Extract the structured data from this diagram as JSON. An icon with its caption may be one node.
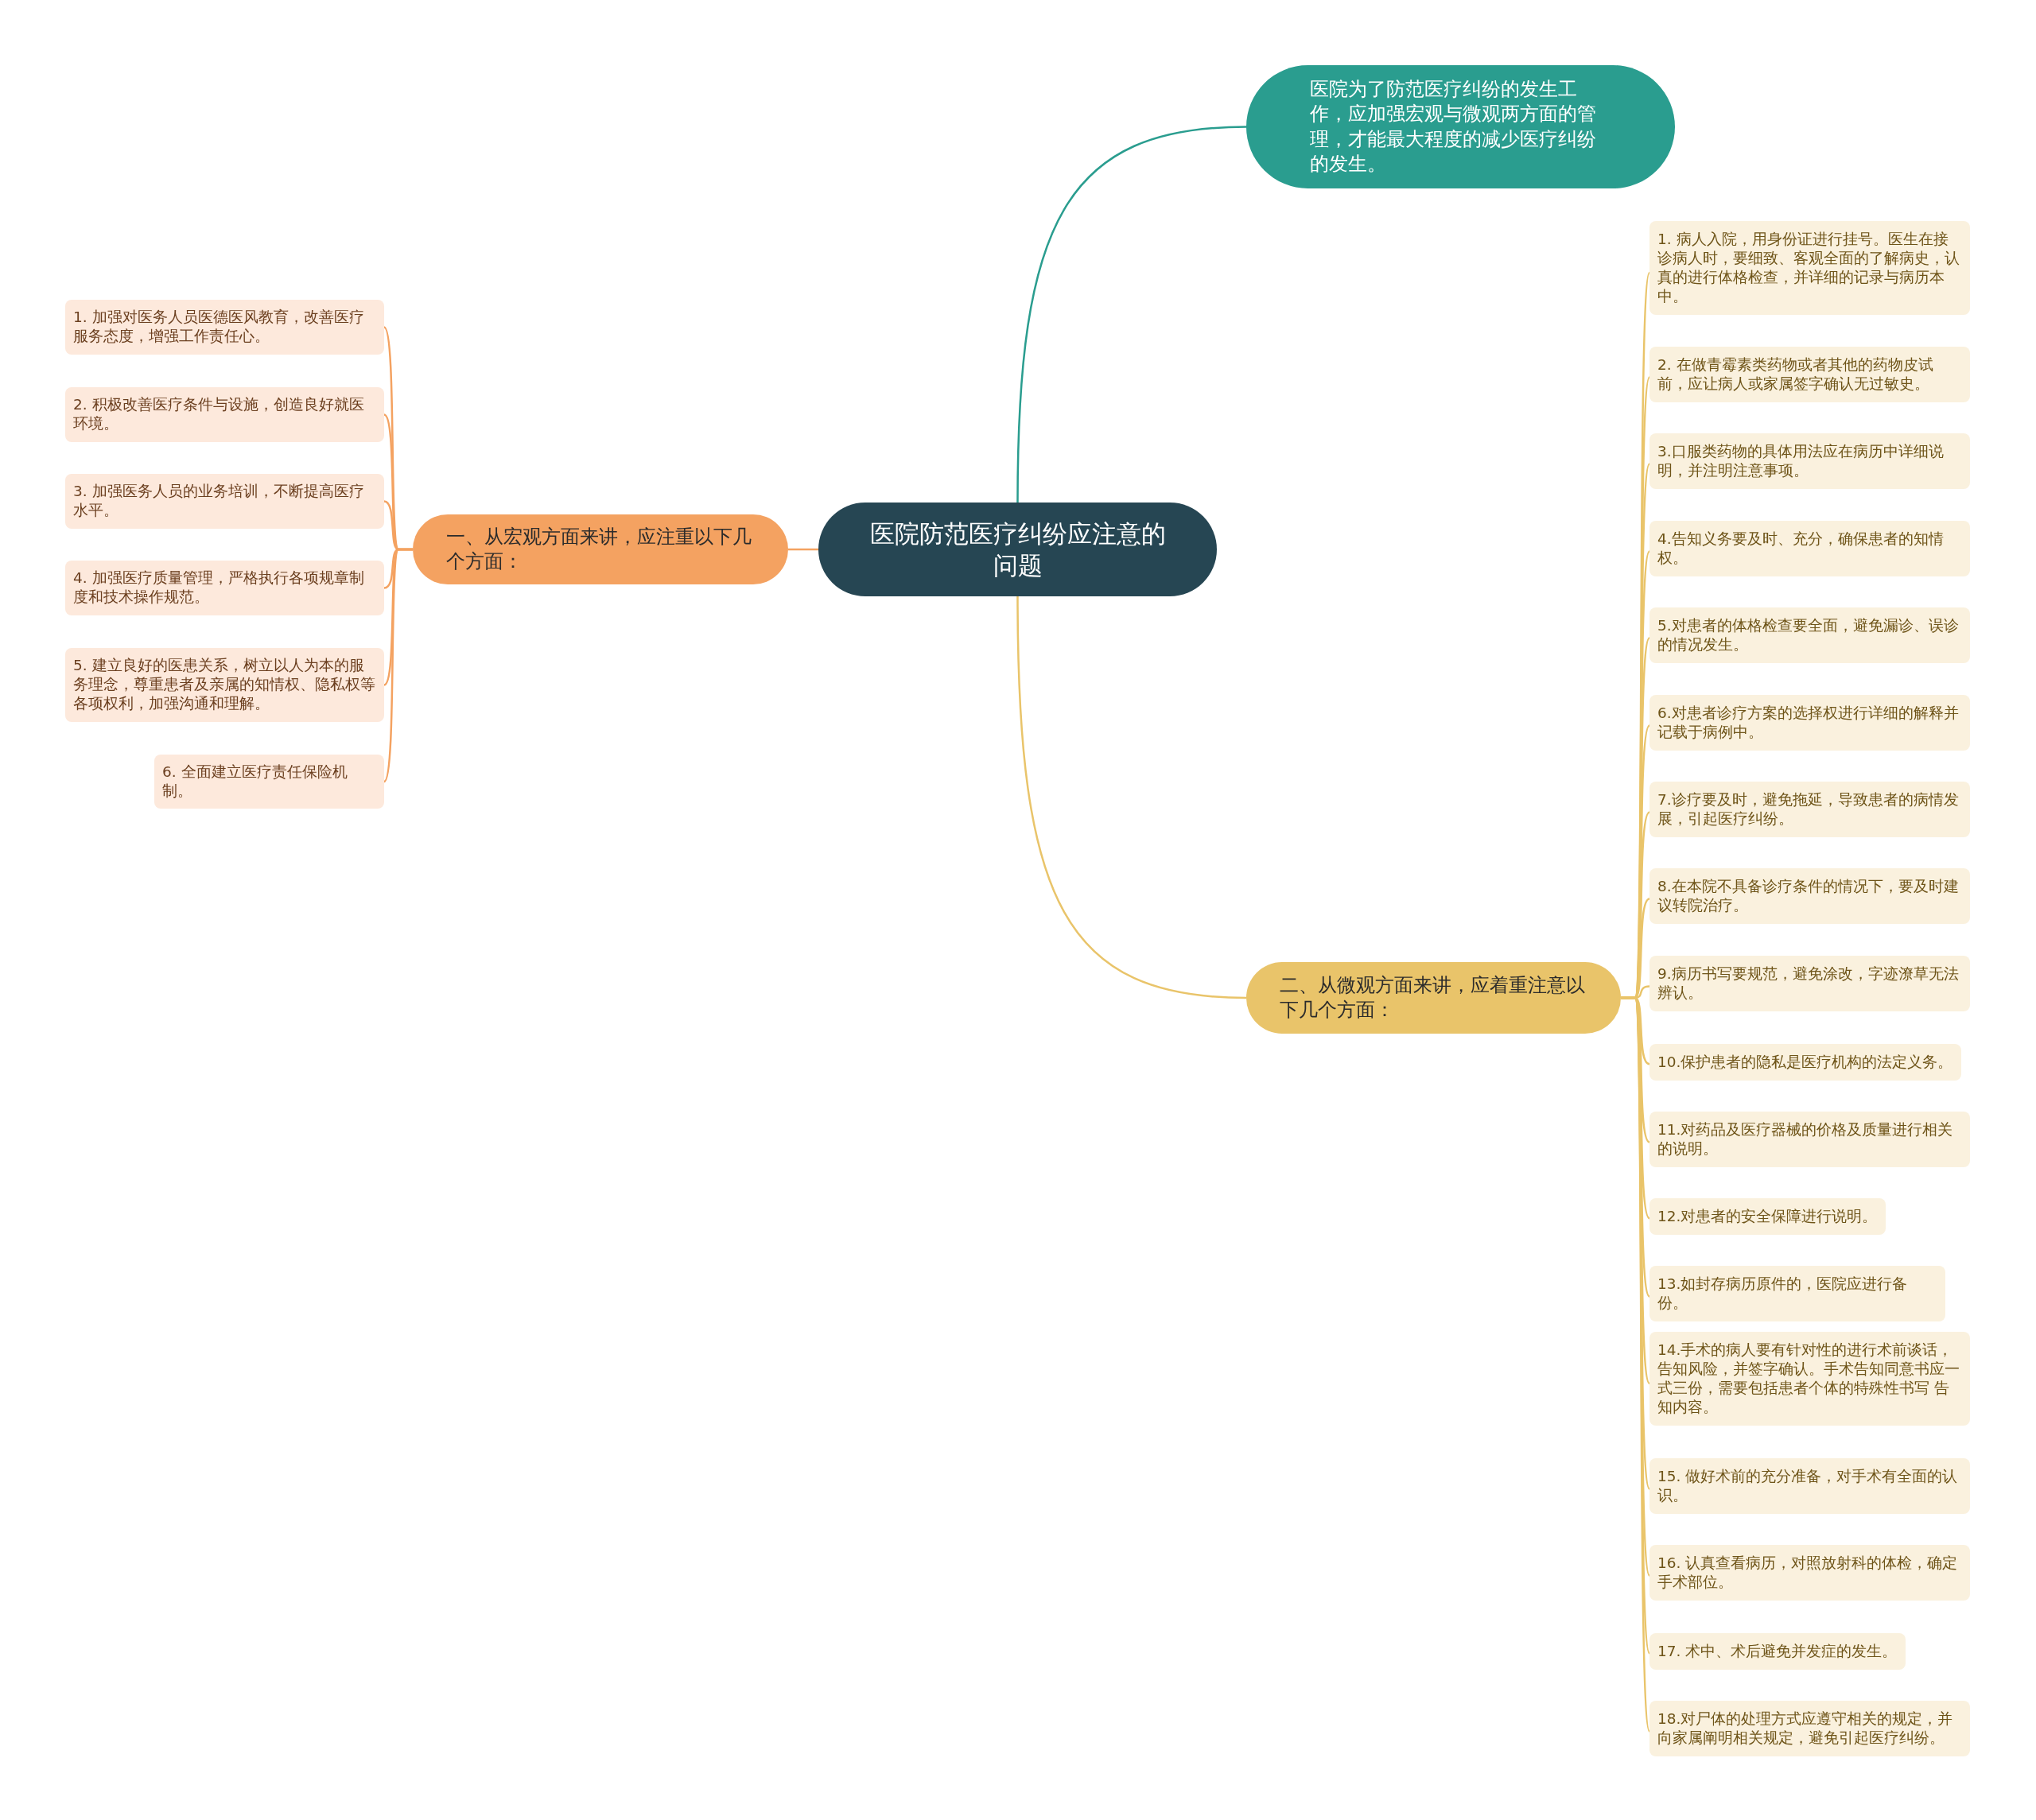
{
  "diagram": {
    "nodes": [
      {
        "text": [
          "医院防范医疗纠纷应注意的问题"
        ]
      },
      {
        "text": [
          "医院为了防范医疗纠纷的发生工作，应加强宏观与微观两方面的管理，才能最大程度的减少医疗纠纷的发生。"
        ]
      },
      {
        "text": [
          "一、从宏观方面来讲，应注重以下几个方面："
        ]
      },
      {
        "text": [
          "1. 加强对医务人员医德医风教育，改善医疗服务态度，增强工作责任心。"
        ]
      },
      {
        "text": [
          "2. 积极改善医疗条件与设施，创造良好就医环境。"
        ]
      },
      {
        "text": [
          "3. 加强医务人员的业务培训，不断提高医疗水平。"
        ]
      },
      {
        "text": [
          "4. 加强医疗质量管理，严格执行各项规章制度和技术操作规范。"
        ]
      },
      {
        "text": [
          "5. 建立良好的医患关系，树立以人为本的服务理念，尊重患者及亲属的知情权、隐私权等各项权利，加强沟通和理解。"
        ]
      },
      {
        "text": [
          "6. 全面建立医疗责任保险机制。"
        ]
      },
      {
        "text": [
          "二、从微观方面来讲，应着重注意以下几个方面："
        ]
      },
      {
        "text": [
          "1. 病人入院，用身份证进行挂号。医生在接诊病人时，要细致、客观全面的了解病史，认真的进行体格检查，并详细的记录与病历本中。"
        ]
      },
      {
        "text": [
          "2. 在做青霉素类药物或者其他的药物皮试前，应让病人或家属签字确认无过敏史。"
        ]
      },
      {
        "text": [
          "3.口服类药物的具体用法应在病历中详细说明，并注明注意事项。"
        ]
      },
      {
        "text": [
          "4.告知义务要及时、充分，确保患者的知情权。"
        ]
      },
      {
        "text": [
          "5.对患者的体格检查要全面，避免漏诊、误诊的情况发生。"
        ]
      },
      {
        "text": [
          "6.对患者诊疗方案的选择权进行详细的解释并记载于病例中。"
        ]
      },
      {
        "text": [
          "7.诊疗要及时，避免拖延，导致患者的病情发展，引起医疗纠纷。"
        ]
      },
      {
        "text": [
          "8.在本院不具备诊疗条件的情况下，要及时建议转院治疗。"
        ]
      },
      {
        "text": [
          "9.病历书写要规范，避免涂改，字迹潦草无法辨认。"
        ]
      },
      {
        "text": [
          "10.保护患者的隐私是医疗机构的法定义务。"
        ]
      },
      {
        "text": [
          "11.对药品及医疗器械的价格及质量进行相关的说明。"
        ]
      },
      {
        "text": [
          "12.对患者的安全保障进行说明。"
        ]
      },
      {
        "text": [
          "13.如封存病历原件的，医院应进行备份。"
        ]
      },
      {
        "text": [
          "14.手术的病人要有针对性的进行术前谈话，告知风险，并签字确认。手术告知同意书应一式三份，需要包括患者个体的特殊性书写 告知内容。"
        ]
      },
      {
        "text": [
          "15. 做好术前的充分准备，对手术有全面的认识。"
        ]
      },
      {
        "text": [
          "16. 认真查看病历，对照放射科的体检，确定手术部位。"
        ]
      },
      {
        "text": [
          "17. 术中、术后避免并发症的发生。"
        ]
      },
      {
        "text": [
          "18.对尸体的处理方式应遵守相关的规定，并向家属阐明相关规定，避免引起医疗纠纷。"
        ]
      }
    ],
    "edges": [
      {
        "from": 0,
        "to": 1,
        "arrow": "none",
        "color": "#2a9d8f"
      },
      {
        "from": 0,
        "to": 2,
        "arrow": "none",
        "color": "#f4a261"
      },
      {
        "from": 0,
        "to": 9,
        "arrow": "none"
      },
      {
        "from": 2,
        "to": 3,
        "arrow": "none",
        "color": "#f4a261"
      },
      {
        "from": 2,
        "to": 4,
        "arrow": "none",
        "color": "#f4a261"
      },
      {
        "from": 2,
        "to": 5,
        "arrow": "none",
        "color": "#f4a261"
      },
      {
        "from": 2,
        "to": 6,
        "arrow": "none",
        "color": "#f4a261"
      },
      {
        "from": 2,
        "to": 7,
        "arrow": "none",
        "color": "#f4a261"
      },
      {
        "from": 2,
        "to": 8,
        "arrow": "none",
        "color": "#f4a261"
      },
      {
        "from": 9,
        "to": 10,
        "arrow": "none"
      },
      {
        "from": 9,
        "to": 11,
        "arrow": "none"
      },
      {
        "from": 9,
        "to": 12,
        "arrow": "none"
      },
      {
        "from": 9,
        "to": 13,
        "arrow": "none"
      },
      {
        "from": 9,
        "to": 14,
        "arrow": "none"
      },
      {
        "from": 9,
        "to": 15,
        "arrow": "none"
      },
      {
        "from": 9,
        "to": 16,
        "arrow": "none"
      },
      {
        "from": 9,
        "to": 17,
        "arrow": "none"
      },
      {
        "from": 9,
        "to": 18,
        "arrow": "none"
      },
      {
        "from": 9,
        "to": 19,
        "arrow": "none"
      },
      {
        "from": 9,
        "to": 20,
        "arrow": "none"
      },
      {
        "from": 9,
        "to": 21,
        "arrow": "none"
      },
      {
        "from": 9,
        "to": 22,
        "arrow": "none"
      },
      {
        "from": 9,
        "to": 23,
        "arrow": "none"
      },
      {
        "from": 9,
        "to": 24,
        "arrow": "none"
      },
      {
        "from": 9,
        "to": 25,
        "arrow": "none"
      },
      {
        "from": 9,
        "to": 26,
        "arrow": "none"
      },
      {
        "from": 9,
        "to": 27,
        "arrow": "none"
      }
    ]
  }
}
